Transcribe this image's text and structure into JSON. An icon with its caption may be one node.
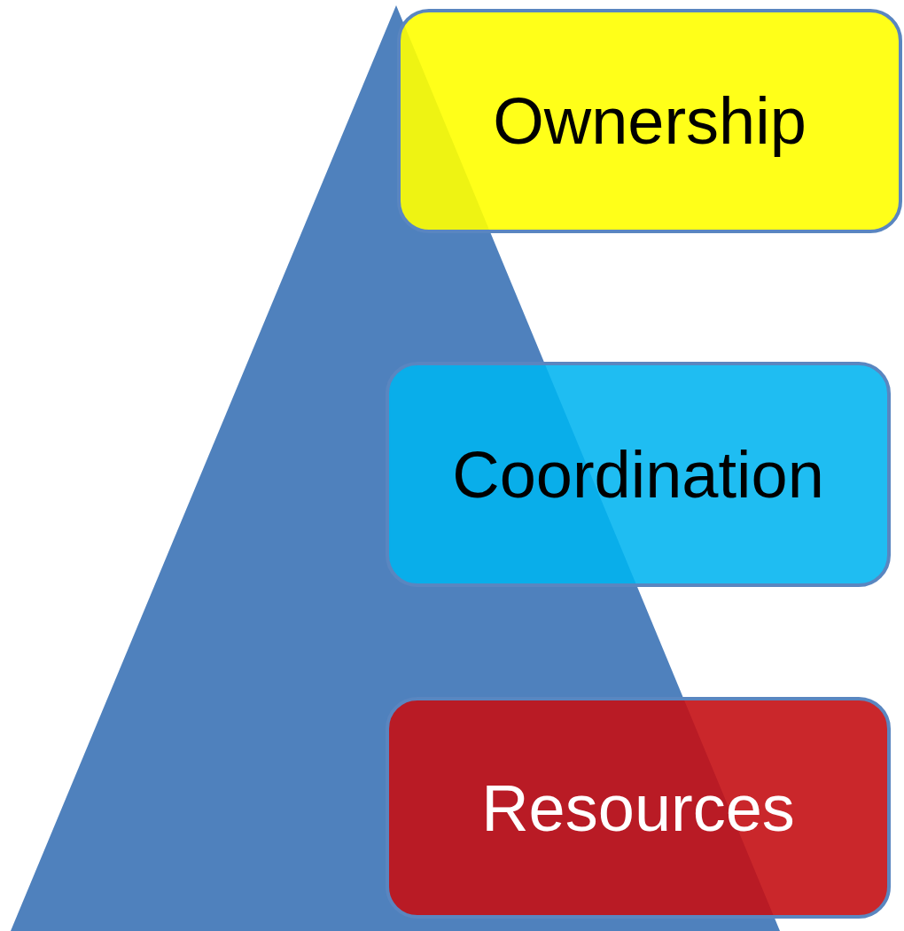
{
  "diagram": {
    "nodes": [
      {
        "text": [
          "Ownership"
        ]
      },
      {
        "text": [
          "Coordination"
        ]
      },
      {
        "text": [
          "Resources"
        ]
      }
    ]
  }
}
